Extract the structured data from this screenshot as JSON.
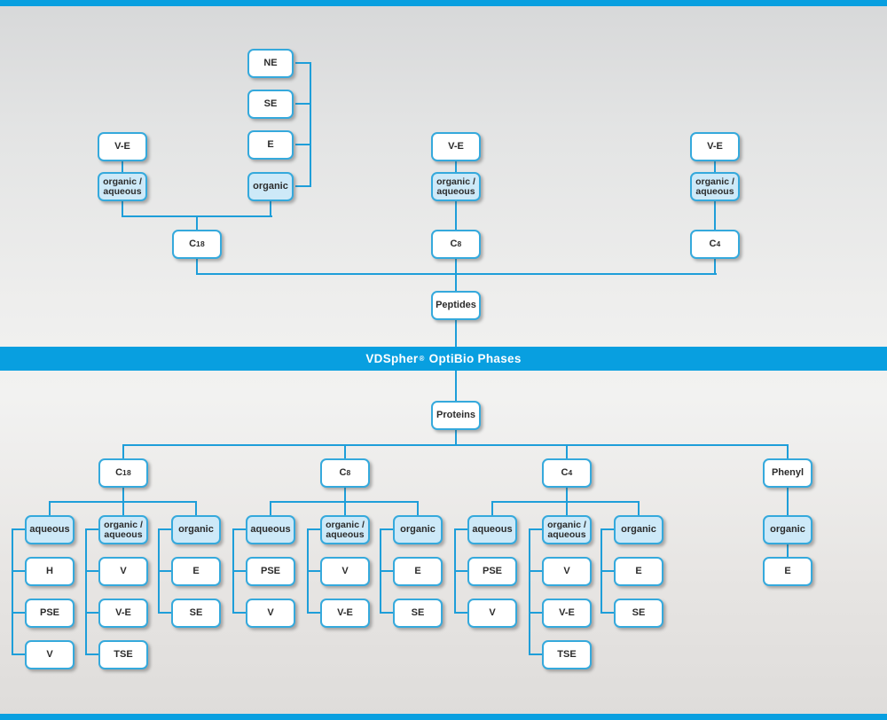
{
  "banner": {
    "brand": "VDSpher",
    "reg": "®",
    "rest": "OptiBio Phases"
  },
  "peptides": {
    "root_label": "Peptides",
    "c18_branch": {
      "phase": "C18",
      "ve": "V-E",
      "org_aq": "organic /\naqueous",
      "organic": "organic",
      "gradient_options": [
        "NE",
        "SE",
        "E"
      ]
    },
    "c8_branch": {
      "phase": "C8",
      "ve": "V-E",
      "org_aq": "organic /\naqueous"
    },
    "c4_branch": {
      "phase": "C4",
      "ve": "V-E",
      "org_aq": "organic /\naqueous"
    }
  },
  "proteins": {
    "root_label": "Proteins",
    "groups": [
      {
        "phase": "C18",
        "categories": [
          {
            "label": "aqueous",
            "children": [
              "H",
              "PSE",
              "V"
            ]
          },
          {
            "label": "organic /\naqueous",
            "children": [
              "V",
              "V-E",
              "TSE"
            ]
          },
          {
            "label": "organic",
            "children": [
              "E",
              "SE"
            ]
          }
        ]
      },
      {
        "phase": "C8",
        "categories": [
          {
            "label": "aqueous",
            "children": [
              "PSE",
              "V"
            ]
          },
          {
            "label": "organic /\naqueous",
            "children": [
              "V",
              "V-E"
            ]
          },
          {
            "label": "organic",
            "children": [
              "E",
              "SE"
            ]
          }
        ]
      },
      {
        "phase": "C4",
        "categories": [
          {
            "label": "aqueous",
            "children": [
              "PSE",
              "V"
            ]
          },
          {
            "label": "organic /\naqueous",
            "children": [
              "V",
              "V-E",
              "TSE"
            ]
          },
          {
            "label": "organic",
            "children": [
              "E",
              "SE"
            ]
          }
        ]
      },
      {
        "phase": "Phenyl",
        "categories": [
          {
            "label": "organic",
            "children": [
              "E"
            ]
          }
        ]
      }
    ]
  },
  "colors": {
    "accent_blue": "#089fe0",
    "connector_blue": "#1e9ed9",
    "box_border_blue": "#35a9dc",
    "box_fill_light_blue": "#cde9f8",
    "box_fill_white": "#ffffff",
    "text_dark": "#2b2b2b"
  }
}
